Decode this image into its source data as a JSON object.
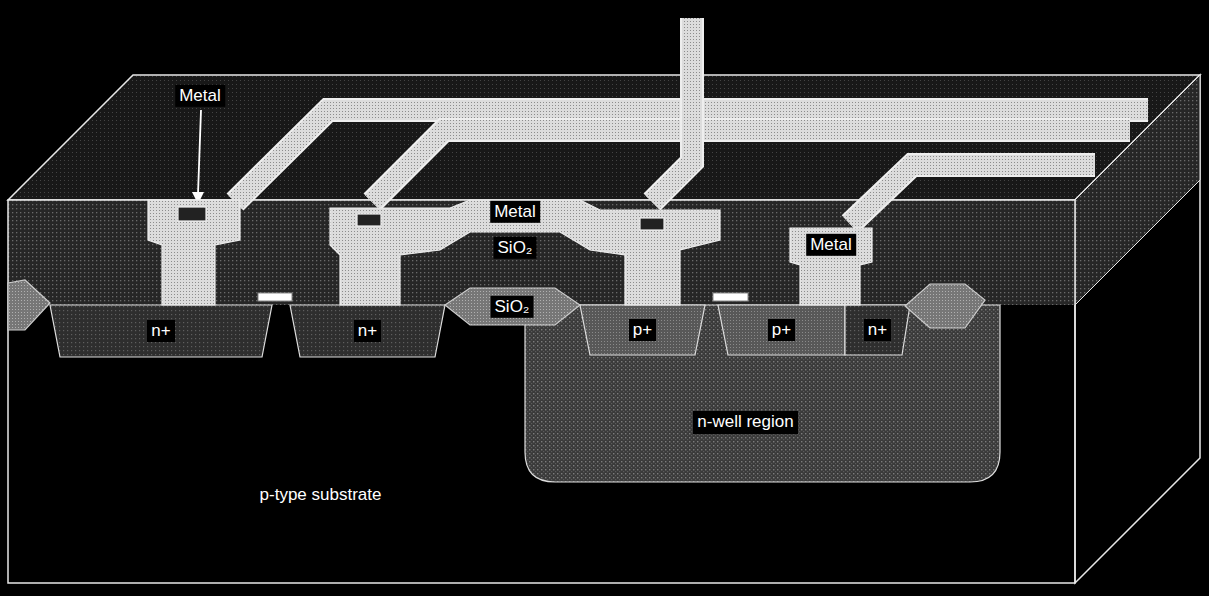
{
  "diagram": {
    "nodes": [
      {
        "text": [
          "p-type substrate"
        ]
      },
      {
        "text": [
          "n+"
        ],
        "in": 0
      },
      {
        "text": [
          "n+"
        ],
        "in": 0
      },
      {
        "text": [
          "n-well region"
        ],
        "in": 0
      },
      {
        "text": [
          "p+"
        ],
        "in": 3
      },
      {
        "text": [
          "p+"
        ],
        "in": 3
      },
      {
        "text": [
          "n+"
        ],
        "in": 3
      }
    ],
    "labels": [
      "Metal",
      "Metal",
      "SiO₂",
      "Metal",
      "SiO₂"
    ]
  }
}
